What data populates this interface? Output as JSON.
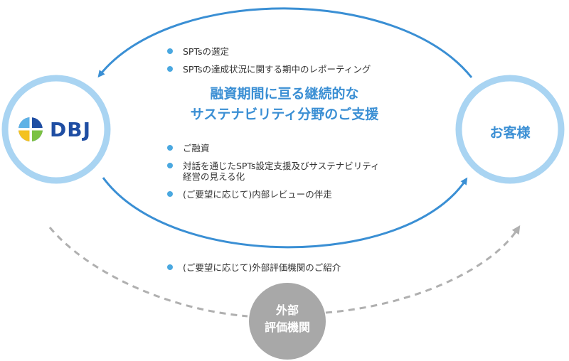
{
  "colors": {
    "ring": "#a9d4f2",
    "arrow": "#3a8fd4",
    "dashed": "#b0b0b0",
    "accent_text": "#3b8fd4",
    "bullet": "#4aa8e0",
    "agency_fill": "#a8a8a8"
  },
  "dbj": {
    "logo_text": "DBJ",
    "logo_icon": "dbj-globe-logo-icon"
  },
  "customer": {
    "label": "お客様"
  },
  "agency": {
    "label_line1": "外部",
    "label_line2": "評価機関"
  },
  "center_title": "融資期間に亘る継続的な\nサステナビリティ分野のご支援",
  "top_items": [
    "SPTsの選定",
    "SPTsの達成状況に関する期中のレポーティング"
  ],
  "bottom_items": [
    "ご融資",
    "対話を通じたSPTs設定支援及びサステナビリティ\n経営の見える化",
    "(ご要望に応じて)内部レビューの伴走"
  ],
  "agency_item": "(ご要望に応じて)外部評価機関のご紹介"
}
